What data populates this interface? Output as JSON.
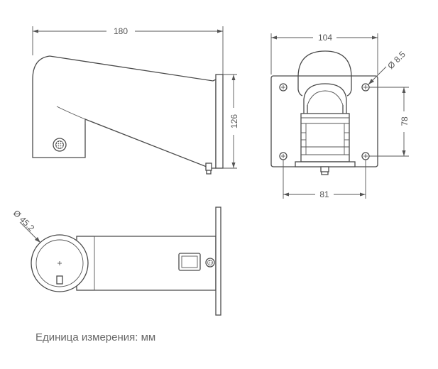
{
  "dimensions": {
    "side_length": "180",
    "side_height": "126",
    "front_width": "104",
    "hole_diameter": "Ø 8.5",
    "hole_vertical_spacing": "78",
    "hole_horizontal_spacing": "81",
    "tube_diameter": "Ø 45.2"
  },
  "units_note": "Единица измерения: мм",
  "colors": {
    "line": "#4a4a4a",
    "text": "#555555",
    "note": "#666666"
  }
}
